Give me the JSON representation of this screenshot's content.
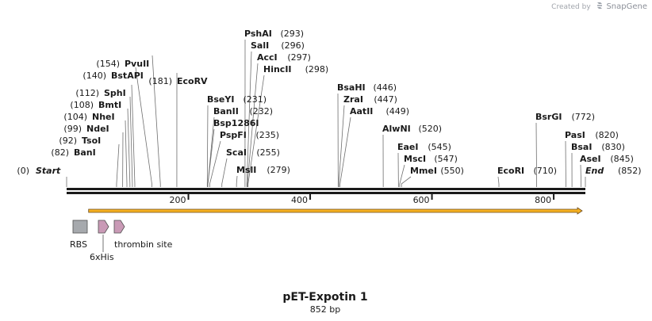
{
  "credit": {
    "prefix": "Created by",
    "brand": "SnapGene"
  },
  "title": "pET-Expotin 1",
  "length_label": "852 bp",
  "ends": [
    {
      "name": "Start",
      "pos_label": "(0)",
      "pos": 0
    },
    {
      "name": "End",
      "pos_label": "(852)",
      "pos": 852
    }
  ],
  "ruler_ticks": [
    "200",
    "400",
    "600",
    "800"
  ],
  "sites": [
    {
      "name": "BanI",
      "pos": 82,
      "pos_label": "(82)"
    },
    {
      "name": "TsoI",
      "pos": 92,
      "pos_label": "(92)"
    },
    {
      "name": "NdeI",
      "pos": 99,
      "pos_label": "(99)"
    },
    {
      "name": "NheI",
      "pos": 104,
      "pos_label": "(104)"
    },
    {
      "name": "BmtI",
      "pos": 108,
      "pos_label": "(108)"
    },
    {
      "name": "SphI",
      "pos": 112,
      "pos_label": "(112)"
    },
    {
      "name": "BstAPI",
      "pos": 140,
      "pos_label": "(140)"
    },
    {
      "name": "PvuII",
      "pos": 154,
      "pos_label": "(154)"
    },
    {
      "name": "EcoRV",
      "pos": 181,
      "pos_label": "(181)"
    },
    {
      "name": "BseYI",
      "pos": 231,
      "pos_label": "(231)"
    },
    {
      "name": "BanII",
      "pos": 232,
      "pos_label": "(232)"
    },
    {
      "name": "Bsp1286I",
      "pos": 232,
      "pos_label": ""
    },
    {
      "name": "PspFI",
      "pos": 235,
      "pos_label": "(235)"
    },
    {
      "name": "ScaI",
      "pos": 255,
      "pos_label": "(255)"
    },
    {
      "name": "MslI",
      "pos": 279,
      "pos_label": "(279)"
    },
    {
      "name": "PshAI",
      "pos": 293,
      "pos_label": "(293)"
    },
    {
      "name": "SalI",
      "pos": 296,
      "pos_label": "(296)"
    },
    {
      "name": "AccI",
      "pos": 297,
      "pos_label": "(297)"
    },
    {
      "name": "HincII",
      "pos": 298,
      "pos_label": "(298)"
    },
    {
      "name": "BsaHI",
      "pos": 446,
      "pos_label": "(446)"
    },
    {
      "name": "ZraI",
      "pos": 447,
      "pos_label": "(447)"
    },
    {
      "name": "AatII",
      "pos": 449,
      "pos_label": "(449)"
    },
    {
      "name": "AlwNI",
      "pos": 520,
      "pos_label": "(520)"
    },
    {
      "name": "EaeI",
      "pos": 545,
      "pos_label": "(545)"
    },
    {
      "name": "MscI",
      "pos": 547,
      "pos_label": "(547)"
    },
    {
      "name": "MmeI",
      "pos": 550,
      "pos_label": "(550)"
    },
    {
      "name": "EcoRI",
      "pos": 710,
      "pos_label": "(710)"
    },
    {
      "name": "BsrGI",
      "pos": 772,
      "pos_label": "(772)"
    },
    {
      "name": "PasI",
      "pos": 820,
      "pos_label": "(820)"
    },
    {
      "name": "BsaI",
      "pos": 830,
      "pos_label": "(830)"
    },
    {
      "name": "AseI",
      "pos": 845,
      "pos_label": "(845)"
    }
  ],
  "features": [
    {
      "name": "RBS",
      "shape": "box",
      "start": 10,
      "end": 35,
      "color": "#a6a9ad"
    },
    {
      "name": "6xHis",
      "shape": "arrow",
      "start": 51,
      "end": 68,
      "color": "#c99ab6"
    },
    {
      "name": "thrombin site",
      "shape": "arrow",
      "start": 78,
      "end": 96,
      "color": "#c99ab6"
    }
  ],
  "orf": {
    "start": 40,
    "end": 852,
    "color": "#f5b021",
    "outline": "#6b4a1a"
  },
  "colors": {
    "backbone": "#1a1a1a",
    "text": "#1a1a1a",
    "site_line": "#6e6e6e"
  }
}
